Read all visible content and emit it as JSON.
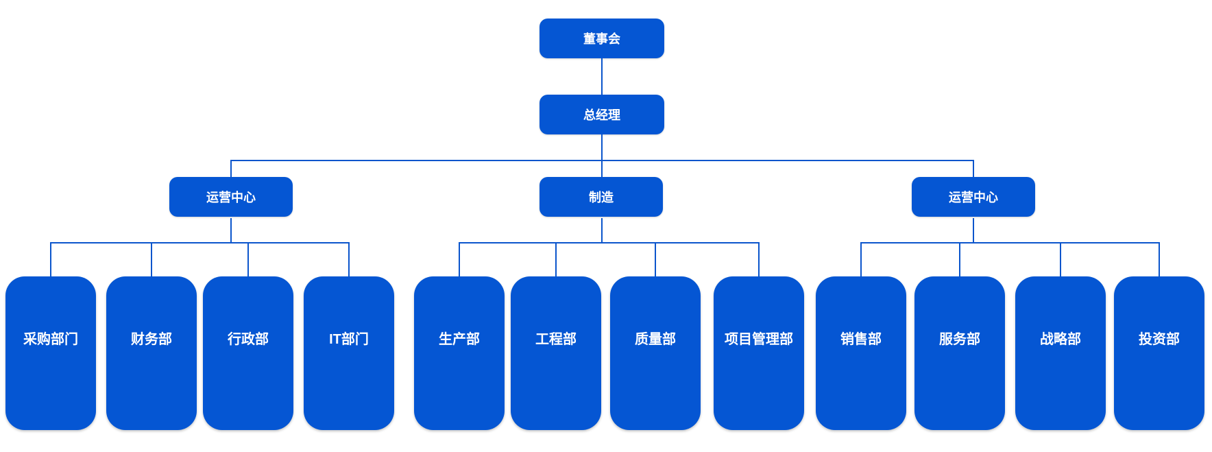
{
  "org_chart": {
    "type": "org-tree",
    "root": {
      "label": "董事会"
    },
    "executive": {
      "label": "总经理"
    },
    "branches": [
      {
        "label": "运营中心",
        "children": [
          {
            "label": "采购部门"
          },
          {
            "label": "财务部"
          },
          {
            "label": "行政部"
          },
          {
            "label": "IT部门"
          }
        ]
      },
      {
        "label": "制造",
        "children": [
          {
            "label": "生产部"
          },
          {
            "label": "工程部"
          },
          {
            "label": "质量部"
          },
          {
            "label": "项目管理部"
          }
        ]
      },
      {
        "label": "运营中心",
        "children": [
          {
            "label": "销售部"
          },
          {
            "label": "服务部"
          },
          {
            "label": "战略部"
          },
          {
            "label": "投资部"
          }
        ]
      }
    ],
    "colors": {
      "node_fill": "#0556d3",
      "connector": "#0b55cc",
      "node_text": "#ffffff",
      "background": "#ffffff"
    }
  }
}
